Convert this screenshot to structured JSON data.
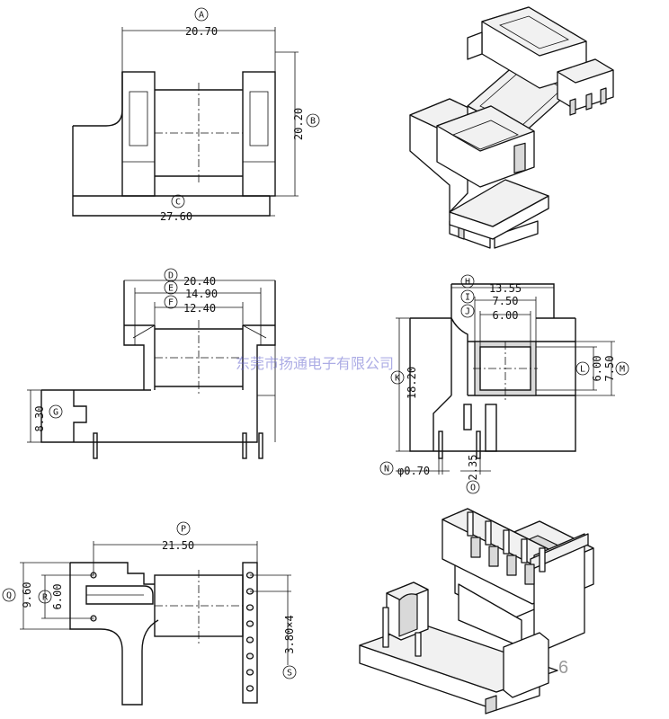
{
  "drawing": {
    "watermark": "东莞市扬通电子有限公司",
    "page_number": "6",
    "dimensions": [
      {
        "id": "A",
        "value": "20.70"
      },
      {
        "id": "B",
        "value": "20.20"
      },
      {
        "id": "C",
        "value": "27.60"
      },
      {
        "id": "D",
        "value": "20.40"
      },
      {
        "id": "E",
        "value": "14.90"
      },
      {
        "id": "F",
        "value": "12.40"
      },
      {
        "id": "G",
        "value": "8.30"
      },
      {
        "id": "H",
        "value": "13.55"
      },
      {
        "id": "I",
        "value": "7.50"
      },
      {
        "id": "J",
        "value": "6.00"
      },
      {
        "id": "K",
        "value": "18.20"
      },
      {
        "id": "L",
        "value": "6.00"
      },
      {
        "id": "M",
        "value": "7.50"
      },
      {
        "id": "N",
        "value": "φ0.70"
      },
      {
        "id": "O",
        "value": "2.35"
      },
      {
        "id": "P",
        "value": "21.50"
      },
      {
        "id": "Q",
        "value": "9.60"
      },
      {
        "id": "R",
        "value": "6.00"
      },
      {
        "id": "S",
        "value": "3.80×4"
      }
    ]
  }
}
